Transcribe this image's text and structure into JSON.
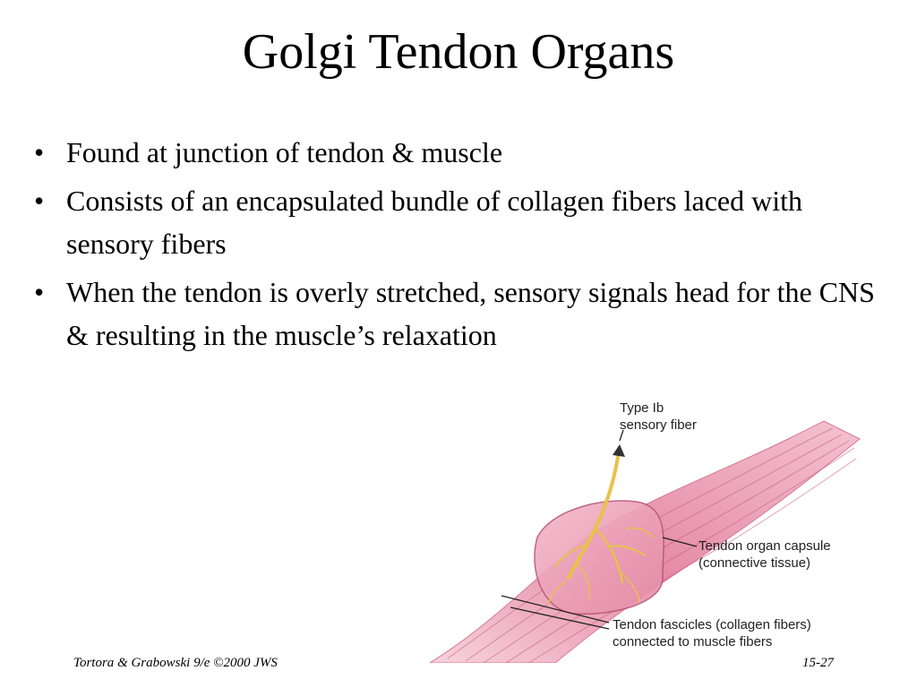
{
  "slide": {
    "title": "Golgi Tendon Organs",
    "bullets": [
      {
        "text": "Found at junction of tendon & muscle"
      },
      {
        "text": "Consists of an encapsulated bundle of collagen fibers laced with sensory fibers"
      },
      {
        "text": "When the tendon is overly stretched, sensory signals head for the CNS & resulting in the muscle’s relaxation"
      }
    ],
    "bullet_glyph": "•"
  },
  "figure": {
    "labels": {
      "sensory_fiber_line1": "Type Ib",
      "sensory_fiber_line2": "sensory fiber",
      "capsule_line1": "Tendon organ capsule",
      "capsule_line2": "(connective tissue)",
      "fascicles_line1": "Tendon fascicles (collagen fibers)",
      "fascicles_line2": "connected to muscle fibers"
    },
    "colors": {
      "muscle": "#e58aa6",
      "muscle_dark": "#c9607f",
      "nerve": "#e8c24a",
      "capsule": "#d97b97"
    }
  },
  "footer": {
    "citation": "Tortora & Grabowski 9/e ©2000 JWS",
    "slide_number": "15-27"
  }
}
